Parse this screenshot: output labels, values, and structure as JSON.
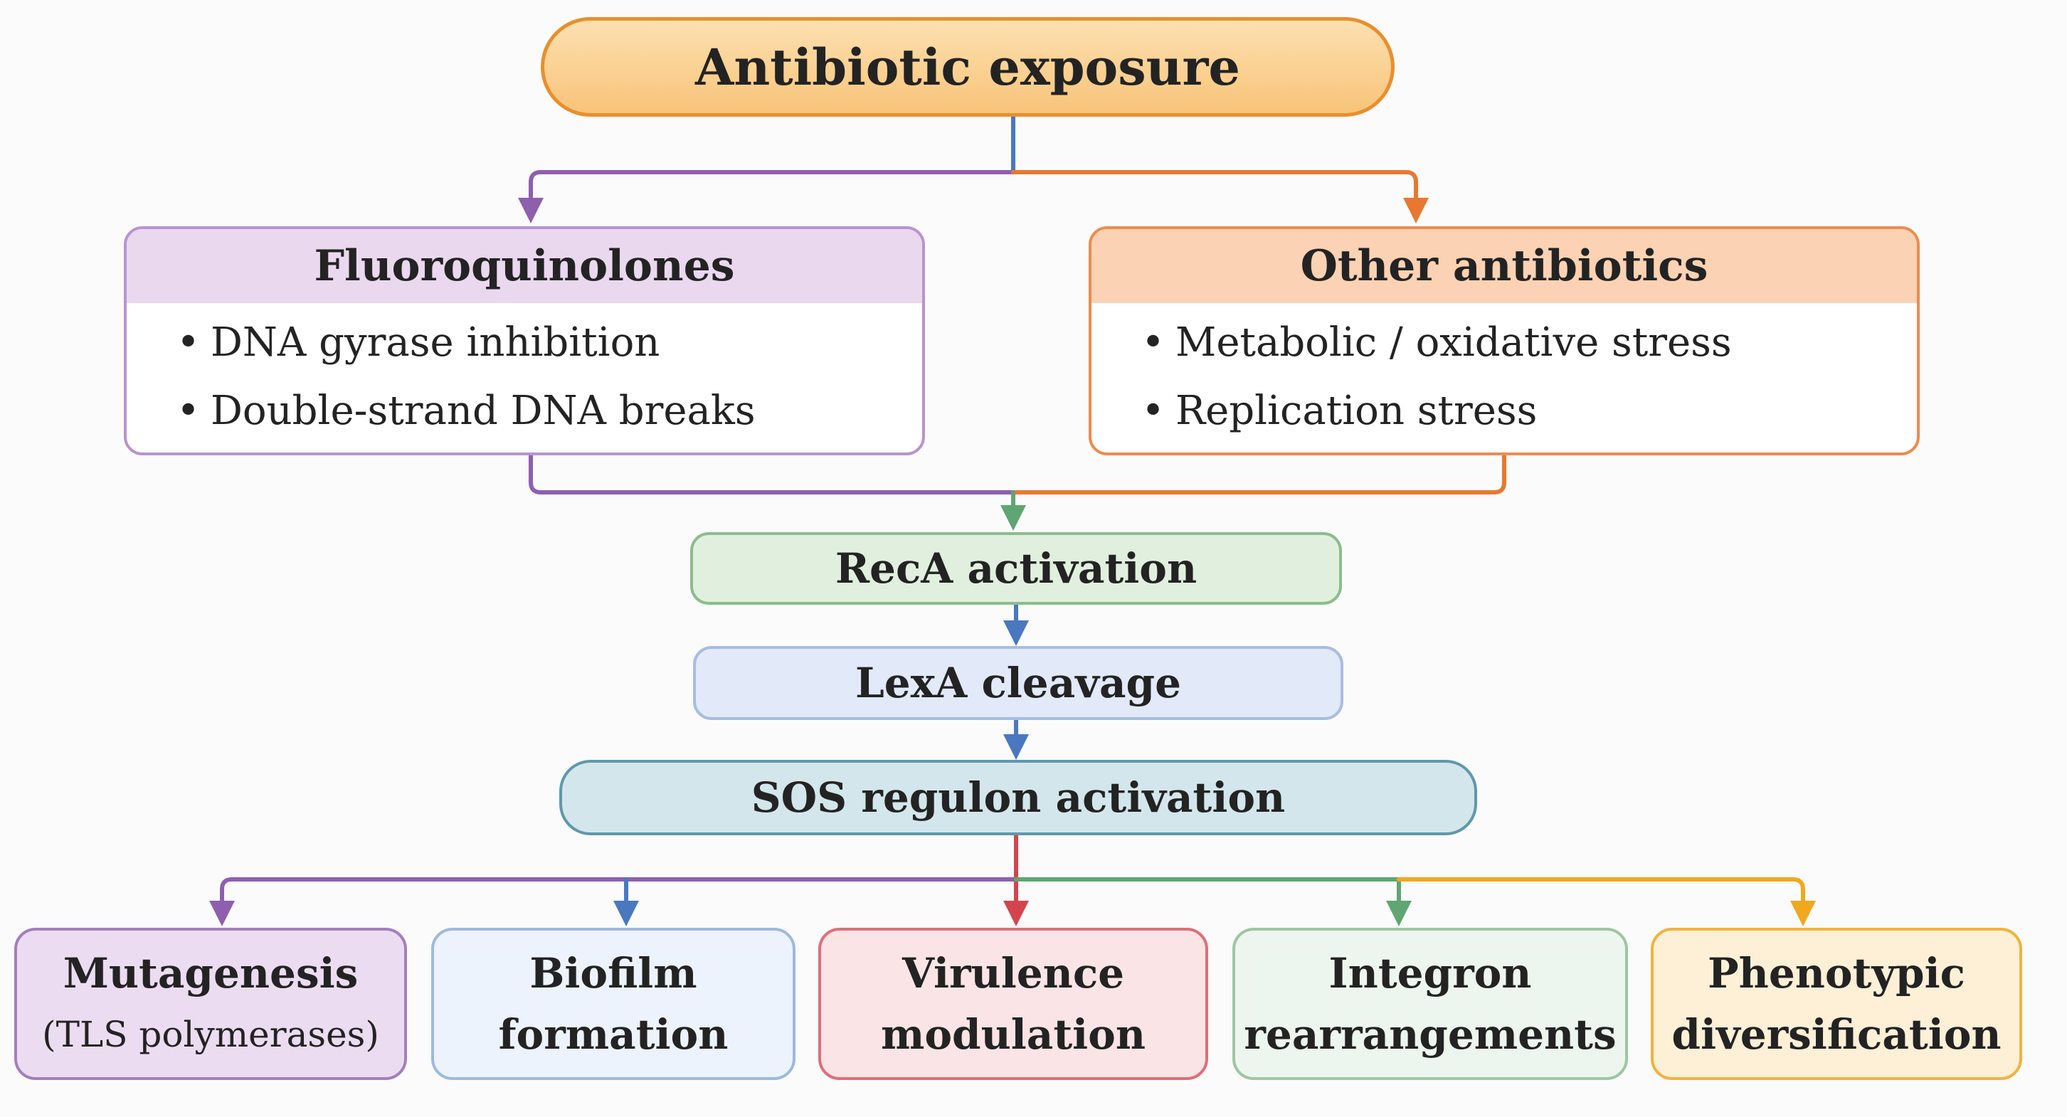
{
  "nodes": {
    "top": {
      "label": "Antibiotic exposure"
    },
    "fluoroquinolones": {
      "title": "Fluoroquinolones",
      "bullets": [
        "DNA gyrase inhibition",
        "Double-strand DNA breaks"
      ]
    },
    "other_antibiotics": {
      "title": "Other antibiotics",
      "bullets": [
        "Metabolic / oxidative stress",
        "Replication stress"
      ]
    },
    "reca": {
      "label": "RecA activation"
    },
    "lexa": {
      "label": "LexA cleavage"
    },
    "sos": {
      "label": "SOS regulon activation"
    },
    "outcomes": [
      {
        "line1": "Mutagenesis",
        "line2": "(TLS polymerases)"
      },
      {
        "line1": "Biofilm",
        "line2": "formation"
      },
      {
        "line1": "Virulence",
        "line2": "modulation"
      },
      {
        "line1": "Integron",
        "line2": "rearrangements"
      },
      {
        "line1": "Phenotypic",
        "line2": "diversification"
      }
    ]
  },
  "colors": {
    "purple": "#8e5fae",
    "orange": "#e8782f",
    "blue": "#4a78c0",
    "green": "#5fa672",
    "red": "#d4444f",
    "gold": "#f0a81e"
  }
}
